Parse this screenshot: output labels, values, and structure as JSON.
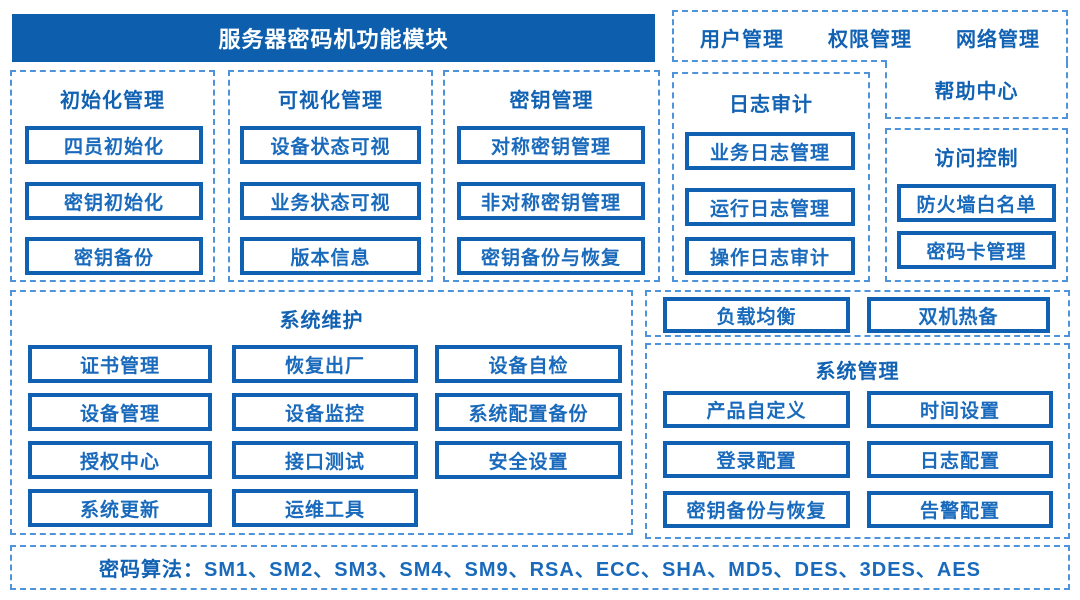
{
  "palette": {
    "primary_blue": "#0d5fae",
    "button_border_blue": "#1161b2",
    "text_blue": "#1a6abc",
    "title_blue": "#1262b3",
    "dashed_border_blue": "#4f94da",
    "background": "#ffffff",
    "header_text": "#ffffff"
  },
  "header": {
    "title": "服务器密码机功能模块"
  },
  "top_right": {
    "items": [
      "用户管理",
      "权限管理",
      "网络管理"
    ],
    "help_center": "帮助中心"
  },
  "columns": [
    {
      "title": "初始化管理",
      "items": [
        "四员初始化",
        "密钥初始化",
        "密钥备份"
      ]
    },
    {
      "title": "可视化管理",
      "items": [
        "设备状态可视",
        "业务状态可视",
        "版本信息"
      ]
    },
    {
      "title": "密钥管理",
      "items": [
        "对称密钥管理",
        "非对称密钥管理",
        "密钥备份与恢复"
      ]
    },
    {
      "title": "日志审计",
      "items": [
        "业务日志管理",
        "运行日志管理",
        "操作日志审计"
      ]
    },
    {
      "title": "访问控制",
      "items": [
        "防火墙白名单",
        "密码卡管理"
      ]
    }
  ],
  "maintenance": {
    "title": "系统维护",
    "items": [
      "证书管理",
      "恢复出厂",
      "设备自检",
      "设备管理",
      "设备监控",
      "系统配置备份",
      "授权中心",
      "接口测试",
      "安全设置",
      "系统更新",
      "运维工具"
    ]
  },
  "ha": {
    "items": [
      "负载均衡",
      "双机热备"
    ]
  },
  "management": {
    "title": "系统管理",
    "items": [
      "产品自定义",
      "时间设置",
      "登录配置",
      "日志配置",
      "密钥备份与恢复",
      "告警配置"
    ]
  },
  "algorithms": {
    "label": "密码算法：",
    "list": "SM1、SM2、SM3、SM4、SM9、RSA、ECC、SHA、MD5、DES、3DES、AES"
  }
}
